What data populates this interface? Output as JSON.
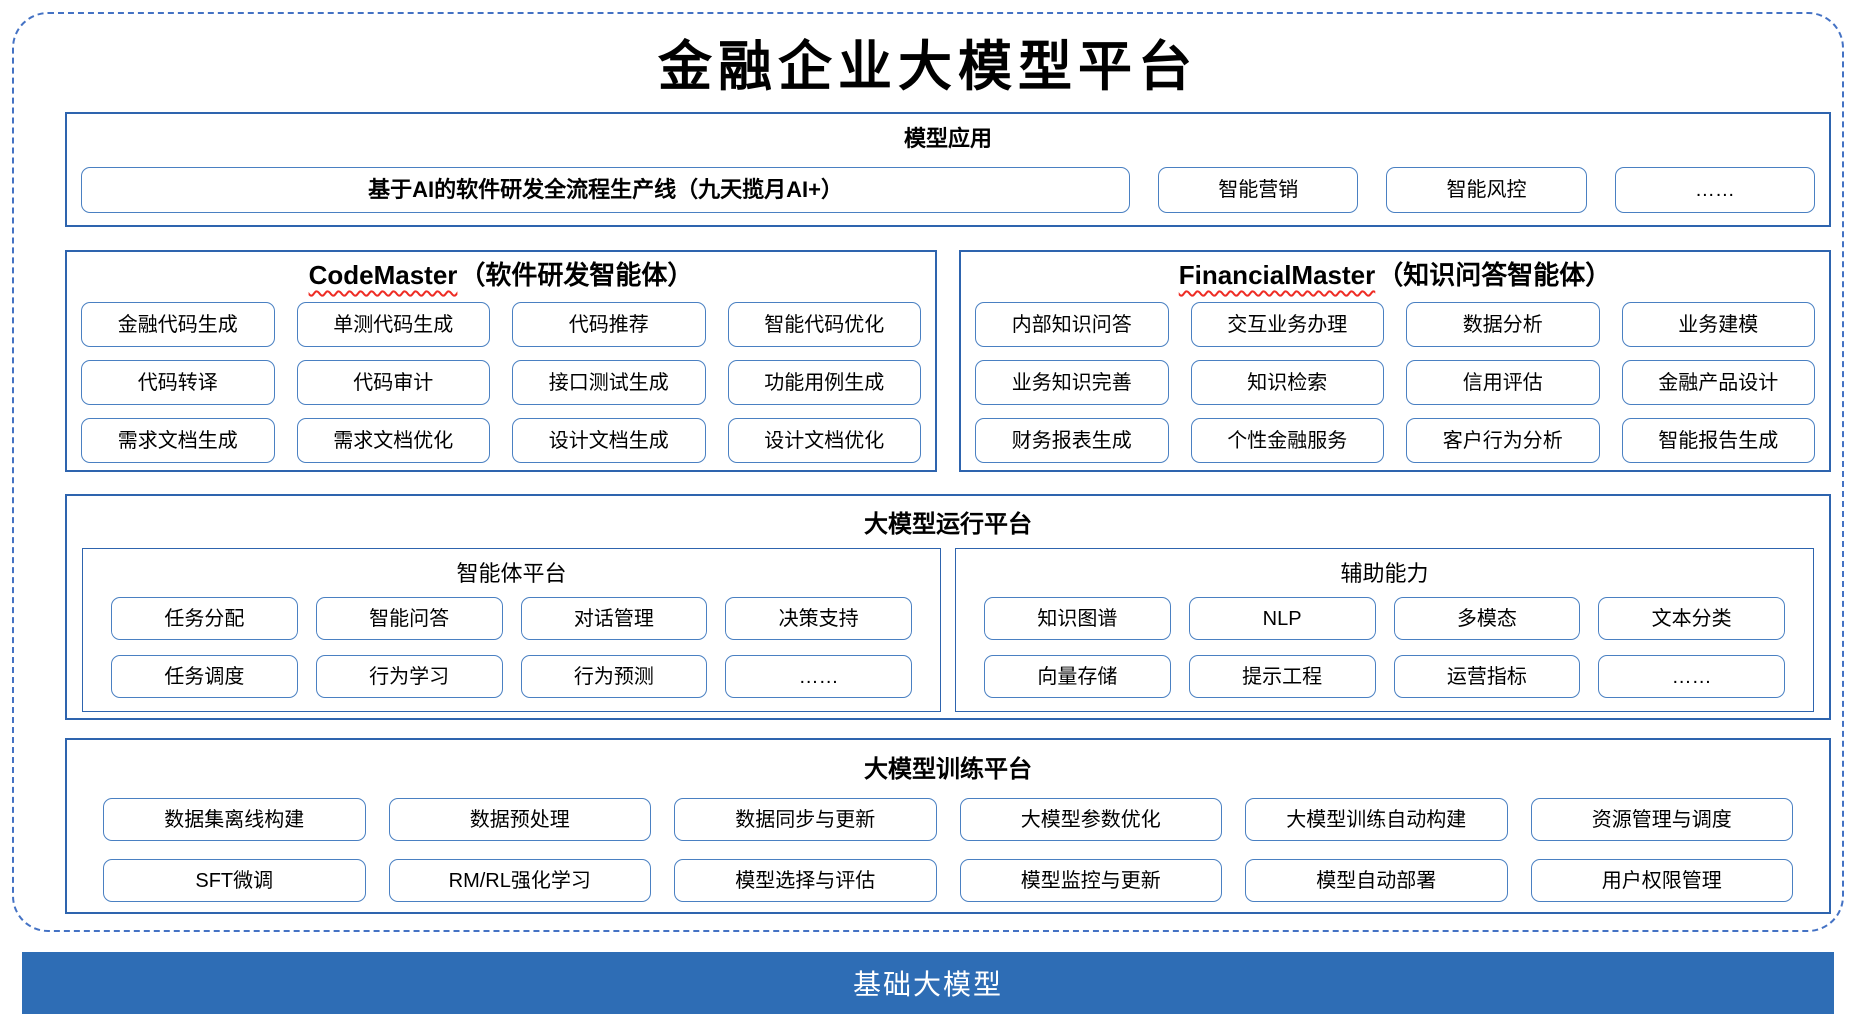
{
  "title": "金融企业大模型平台",
  "colors": {
    "frame_dash": "#4472c4",
    "section_border": "#2e64ae",
    "box_border": "#4a80c2",
    "wavy_underline": "#ee2c24",
    "foundation_bar": "#2e6db5"
  },
  "sections": {
    "apps": {
      "header": "模型应用",
      "main_box": "基于AI的软件研发全流程生产线（九天揽月AI+）",
      "boxes": [
        "智能营销",
        "智能风控",
        "……"
      ]
    },
    "code_master": {
      "header_en": "CodeMaster",
      "header_zh": "（软件研发智能体）",
      "boxes": [
        "金融代码生成",
        "单测代码生成",
        "代码推荐",
        "智能代码优化",
        "代码转译",
        "代码审计",
        "接口测试生成",
        "功能用例生成",
        "需求文档生成",
        "需求文档优化",
        "设计文档生成",
        "设计文档优化"
      ]
    },
    "financial_master": {
      "header_en": "FinancialMaster",
      "header_zh": "（知识问答智能体）",
      "boxes": [
        "内部知识问答",
        "交互业务办理",
        "数据分析",
        "业务建模",
        "业务知识完善",
        "知识检索",
        "信用评估",
        "金融产品设计",
        "财务报表生成",
        "个性金融服务",
        "客户行为分析",
        "智能报告生成"
      ]
    },
    "runtime": {
      "header": "大模型运行平台",
      "agent_platform": {
        "header": "智能体平台",
        "boxes": [
          "任务分配",
          "智能问答",
          "对话管理",
          "决策支持",
          "任务调度",
          "行为学习",
          "行为预测",
          "……"
        ]
      },
      "aux": {
        "header": "辅助能力",
        "boxes": [
          "知识图谱",
          "NLP",
          "多模态",
          "文本分类",
          "向量存储",
          "提示工程",
          "运营指标",
          "……"
        ]
      }
    },
    "training": {
      "header": "大模型训练平台",
      "boxes": [
        "数据集离线构建",
        "数据预处理",
        "数据同步与更新",
        "大模型参数优化",
        "大模型训练自动构建",
        "资源管理与调度",
        "SFT微调",
        "RM/RL强化学习",
        "模型选择与评估",
        "模型监控与更新",
        "模型自动部署",
        "用户权限管理"
      ]
    },
    "foundation": {
      "label": "基础大模型"
    }
  }
}
